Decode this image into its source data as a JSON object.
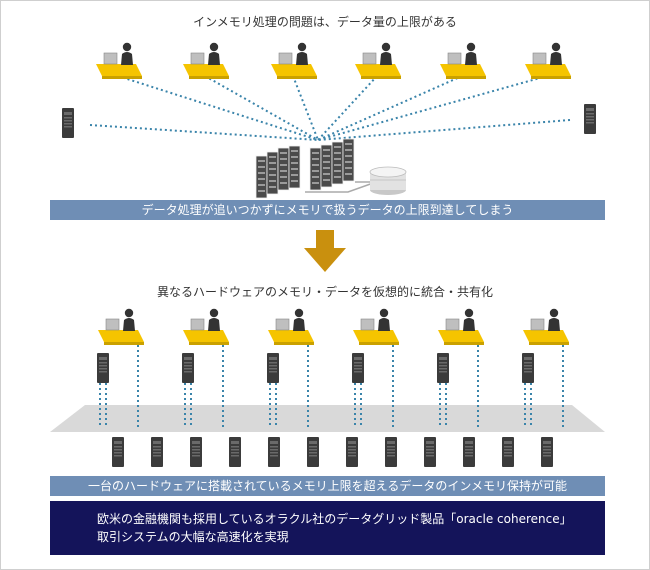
{
  "diagram": {
    "top_caption": "インメモリ処理の問題は、データ量の上限がある",
    "problem_bar": "データ処理が追いつかずにメモリで扱うデータの上限到達してしまう",
    "middle_caption": "異なるハードウェアのメモリ・データを仮想的に統合・共有化",
    "solution_bar": "一台のハードウェアに搭載されているメモリ上限を超えるデータのインメモリ保持が可能",
    "conclusion_line1": "欧米の金融機関も採用しているオラクル社のデータグリッド製品「oracle coherence」",
    "conclusion_line2": "取引システムの大幅な高速化を実現"
  },
  "colors": {
    "desk": "#f5c400",
    "dotted_line": "#3a84aa",
    "bar": "#6f8eb5",
    "conclusion": "#14145a",
    "arrow": "#c9900e",
    "server": "#3b3b3b"
  }
}
